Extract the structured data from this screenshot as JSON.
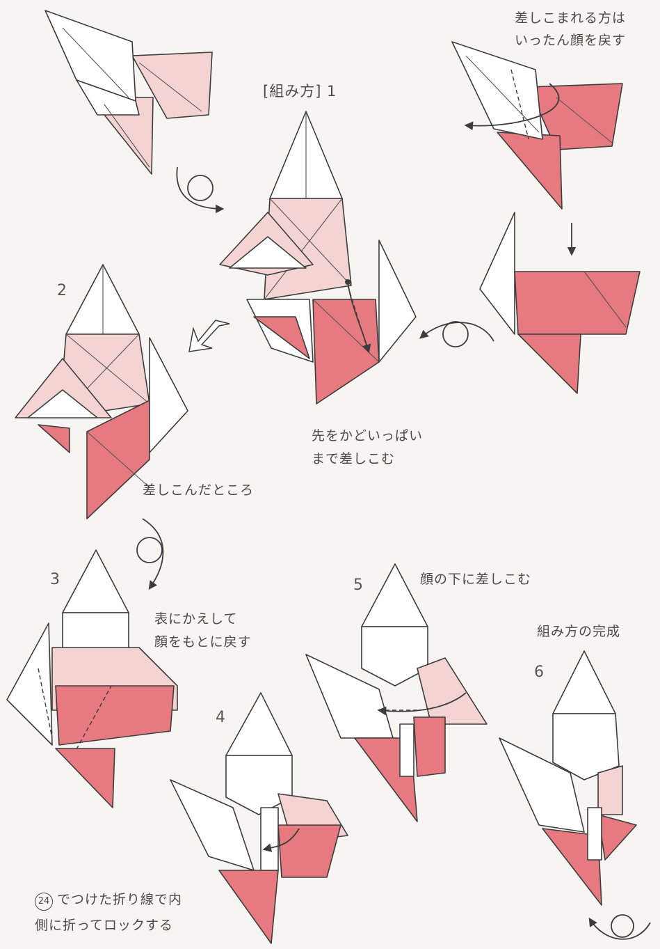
{
  "title": "[組み方] 1",
  "steps": {
    "s2": "2",
    "s3": "3",
    "s4": "4",
    "s5": "5",
    "s6": "6"
  },
  "notes": {
    "top_right_line1": "差しこまれる方は",
    "top_right_line2": "いったん顔を戻す",
    "insert_line1": "先をかどいっぱい",
    "insert_line2": "まで差しこむ",
    "inserted": "差しこんだところ",
    "flip_line1": "表にかえして",
    "flip_line2": "顔をもとに戻す",
    "under_face": "顔の下に差しこむ",
    "complete": "組み方の完成",
    "lock_ref": "24",
    "lock_line1": "でつけた折り線で内",
    "lock_line2": "側に折ってロックする"
  },
  "colors": {
    "pink_light": "#f3d4d3",
    "pink": "#e67a80",
    "outline": "#3c3c3c",
    "background": "#f7f5f2"
  }
}
